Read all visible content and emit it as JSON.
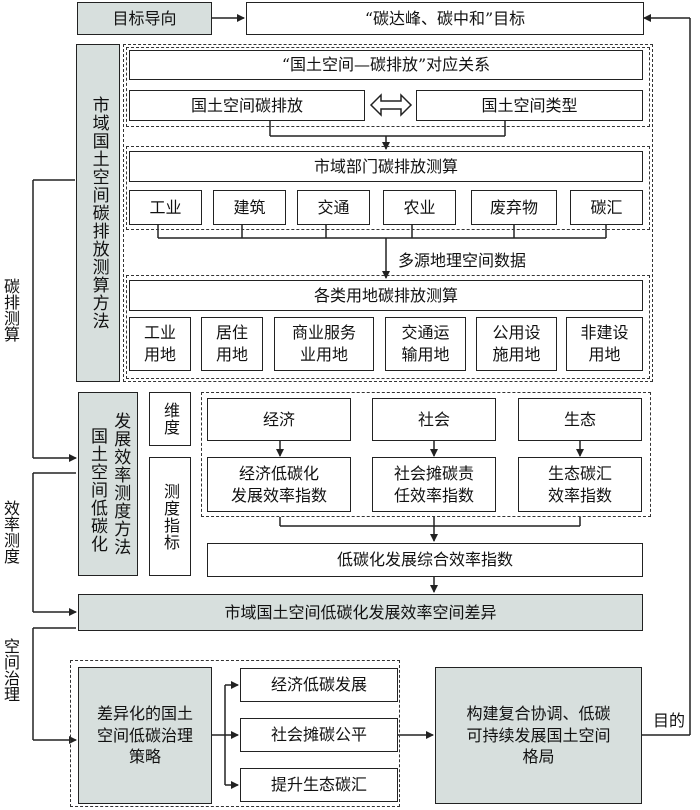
{
  "target": {
    "guide": "目标导向",
    "goal": "“碳达峰、碳中和”目标"
  },
  "method1": {
    "title": "市域国土空间碳排放测算方法",
    "relation": "“国土空间—碳排放”对应关系",
    "emission": "国土空间碳排放",
    "type": "国土空间类型",
    "sector_title": "市域部门碳排放测算",
    "sectors": [
      "工业",
      "建筑",
      "交通",
      "农业",
      "废弃物",
      "碳汇"
    ],
    "multi_source": "多源地理空间数据",
    "land_title": "各类用地碳排放测算",
    "lands": [
      "工业\n用地",
      "居住\n用地",
      "商业服务\n业用地",
      "交通运\n输用地",
      "公用设\n施用地",
      "非建设\n用地"
    ]
  },
  "method2": {
    "title_a": "国土空间低碳化",
    "title_b": "发展效率测度方法",
    "dimension": "维度",
    "indicator": "测度指标",
    "dims": [
      "经济",
      "社会",
      "生态"
    ],
    "indexes": [
      "经济低碳化\n发展效率指数",
      "社会摊碳责\n任效率指数",
      "生态碳汇\n效率指数"
    ],
    "composite": "低碳化发展综合效率指数"
  },
  "spatial_diff": "市域国土空间低碳化发展效率空间差异",
  "governance": {
    "strategy": "差异化的国土\n空间低碳治理\n策略",
    "items": [
      "经济低碳发展",
      "社会摊碳公平",
      "提升生态碳汇"
    ],
    "pattern": "构建复合协调、低碳\n可持续发展国土空间\n格局",
    "purpose": "目的"
  },
  "side_labels": {
    "calc": "碳排测算",
    "measure": "效率测度",
    "govern": "空间治理"
  }
}
